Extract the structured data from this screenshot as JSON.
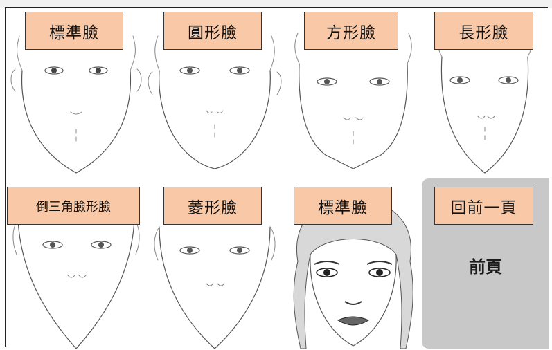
{
  "faces": [
    {
      "label": "標準臉",
      "name": "standard"
    },
    {
      "label": "圓形臉",
      "name": "round"
    },
    {
      "label": "方形臉",
      "name": "square"
    },
    {
      "label": "長形臉",
      "name": "long"
    },
    {
      "label": "倒三角臉形臉",
      "name": "inverted-triangle"
    },
    {
      "label": "菱形臉",
      "name": "diamond"
    },
    {
      "label": "標準臉",
      "name": "standard-photo"
    }
  ],
  "back_button": {
    "label": "回前一頁",
    "text": "前頁"
  },
  "colors": {
    "label_bg": "#f9c9a7",
    "panel_bg": "#c8c8c8"
  }
}
